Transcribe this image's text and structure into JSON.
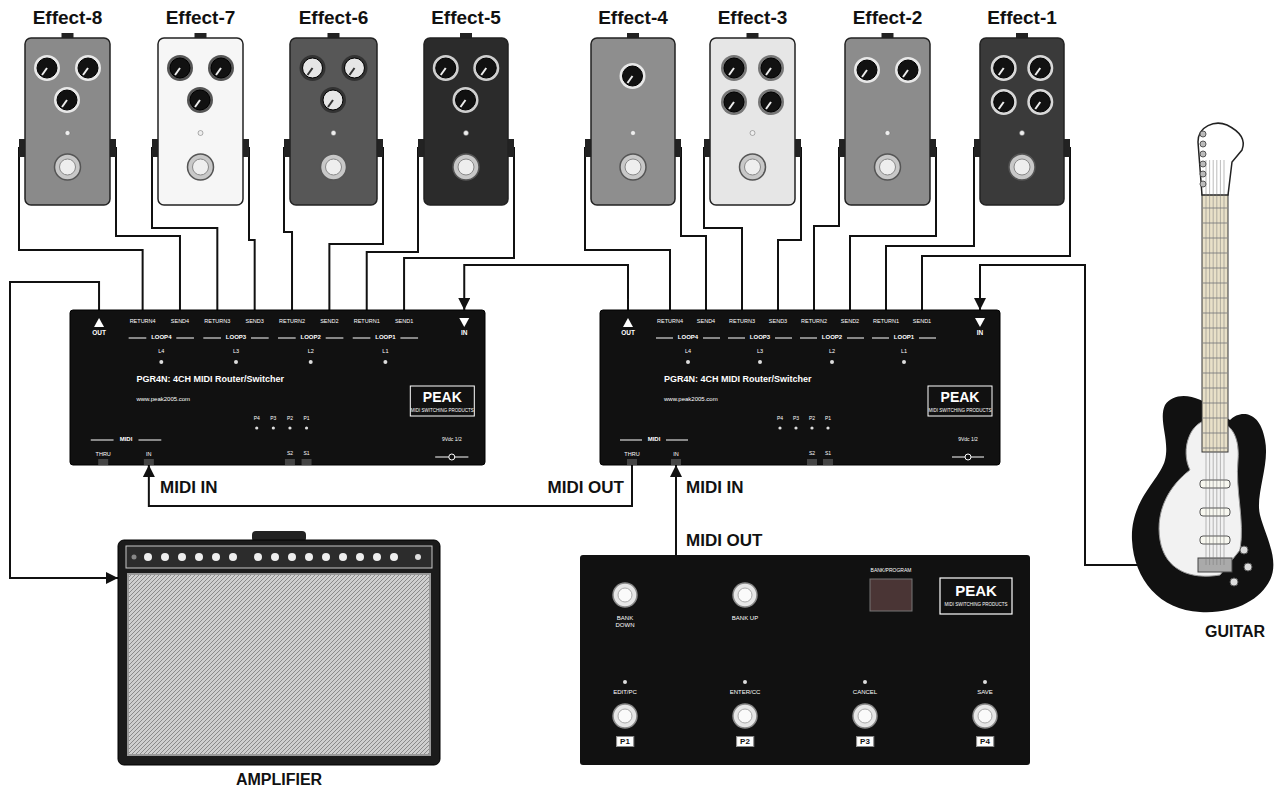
{
  "diagram": {
    "nodes": [
      {
        "text": [
          "Effect-8"
        ]
      },
      {
        "text": [
          "Effect-7"
        ]
      },
      {
        "text": [
          "Effect-6"
        ]
      },
      {
        "text": [
          "Effect-5"
        ]
      },
      {
        "text": [
          "Effect-4"
        ]
      },
      {
        "text": [
          "Effect-3"
        ]
      },
      {
        "text": [
          "Effect-2"
        ]
      },
      {
        "text": [
          "Effect-1"
        ]
      },
      {
        "text": [
          "OUT",
          "RETURN4",
          "SEND4",
          "RETURN3",
          "SEND3",
          "RETURN2",
          "SEND2",
          "RETURN1",
          "SEND1",
          "IN",
          "LOOP4",
          "LOOP3",
          "LOOP2",
          "LOOP1",
          "L4",
          "L3",
          "L2",
          "L1",
          "PGR4N: 4CH MIDI Router/Switcher",
          "www.peak2005.com",
          "PEAK",
          "MIDI SWITCHING PRODUCTS",
          "MIDI",
          "THRU",
          "IN",
          "P4",
          "P3",
          "P2",
          "P1",
          "S2",
          "S1",
          "9Vdc 1/2"
        ]
      },
      {
        "text": [
          "OUT",
          "RETURN4",
          "SEND4",
          "RETURN3",
          "SEND3",
          "RETURN2",
          "SEND2",
          "RETURN1",
          "SEND1",
          "IN",
          "LOOP4",
          "LOOP3",
          "LOOP2",
          "LOOP1",
          "L4",
          "L3",
          "L2",
          "L1",
          "PGR4N: 4CH MIDI Router/Switcher",
          "www.peak2005.com",
          "PEAK",
          "MIDI SWITCHING PRODUCTS",
          "MIDI",
          "THRU",
          "IN",
          "P4",
          "P3",
          "P2",
          "P1",
          "S2",
          "S1",
          "9Vdc 1/2"
        ]
      },
      {
        "text": [
          "GUITAR"
        ]
      },
      {
        "text": [
          "AMPLIFIER"
        ]
      },
      {
        "text": [
          "BANK DOWN",
          "BANK UP",
          "BANK/PROGRAM",
          "PEAK",
          "MIDI SWITCHING PRODUCTS",
          "EDIT/PC",
          "ENTER/CC",
          "CANCEL",
          "SAVE",
          "P1",
          "P2",
          "P3",
          "P4"
        ]
      }
    ],
    "edges": [
      {
        "from": 10,
        "to": 9,
        "arrow": "to"
      },
      {
        "from": 9,
        "to": 7,
        "arrow": "none"
      },
      {
        "from": 7,
        "to": 9,
        "arrow": "none"
      },
      {
        "from": 9,
        "to": 6,
        "arrow": "none"
      },
      {
        "from": 6,
        "to": 9,
        "arrow": "none"
      },
      {
        "from": 9,
        "to": 5,
        "arrow": "none"
      },
      {
        "from": 5,
        "to": 9,
        "arrow": "none"
      },
      {
        "from": 9,
        "to": 4,
        "arrow": "none"
      },
      {
        "from": 4,
        "to": 9,
        "arrow": "none"
      },
      {
        "from": 9,
        "to": 8,
        "arrow": "to"
      },
      {
        "from": 8,
        "to": 3,
        "arrow": "none"
      },
      {
        "from": 3,
        "to": 8,
        "arrow": "none"
      },
      {
        "from": 8,
        "to": 2,
        "arrow": "none"
      },
      {
        "from": 2,
        "to": 8,
        "arrow": "none"
      },
      {
        "from": 8,
        "to": 1,
        "arrow": "none"
      },
      {
        "from": 1,
        "to": 8,
        "arrow": "none"
      },
      {
        "from": 8,
        "to": 0,
        "arrow": "none"
      },
      {
        "from": 0,
        "to": 8,
        "arrow": "none"
      },
      {
        "from": 8,
        "to": 11,
        "arrow": "to"
      },
      {
        "from": 12,
        "to": 9,
        "arrow": "to"
      },
      {
        "from": 9,
        "to": 8,
        "arrow": "to"
      }
    ],
    "labels": [
      "MIDI IN",
      "MIDI OUT",
      "MIDI IN",
      "MIDI OUT"
    ]
  }
}
